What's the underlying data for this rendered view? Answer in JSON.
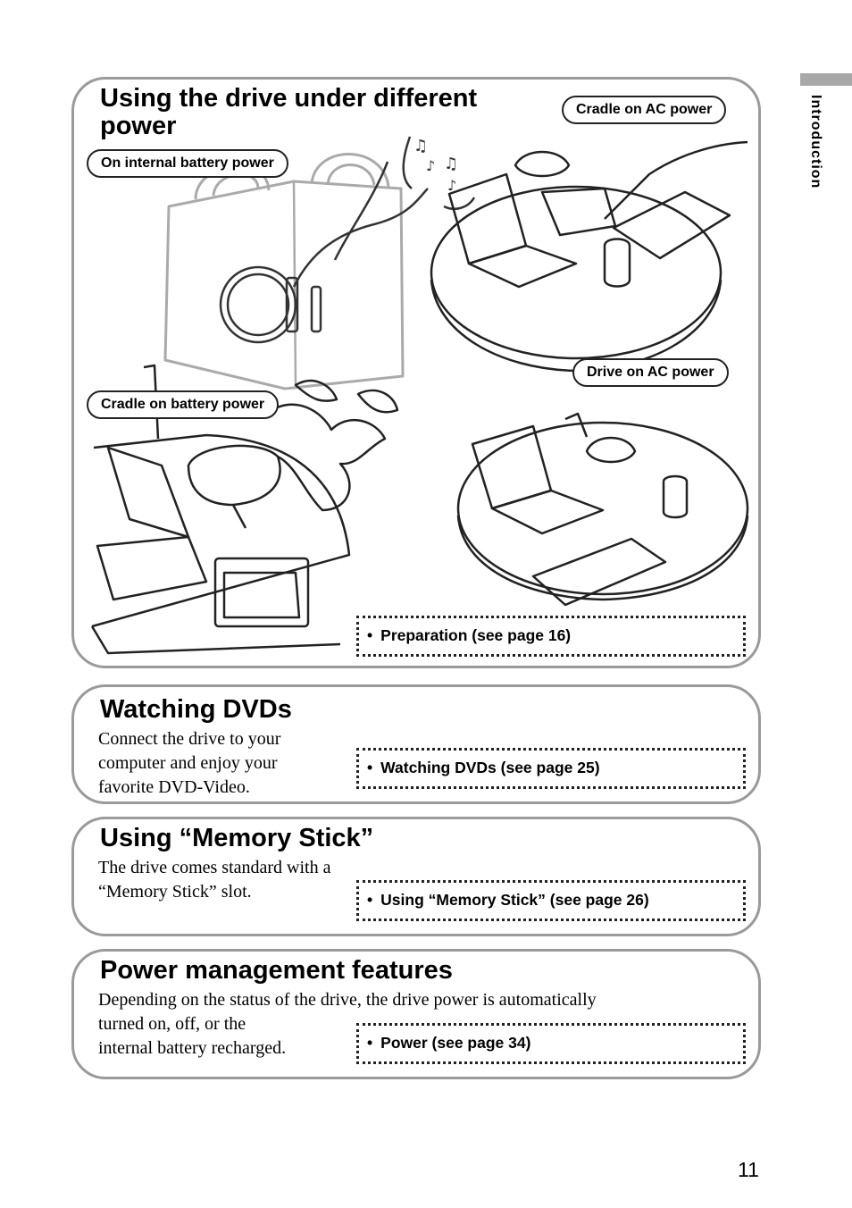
{
  "side_tab": {
    "label": "Introduction"
  },
  "power_section": {
    "title": "Using the drive under different power",
    "labels": {
      "internal_battery": "On internal battery power",
      "cradle_ac": "Cradle on AC power",
      "cradle_battery": "Cradle on battery power",
      "drive_ac": "Drive on AC power"
    },
    "reference": "Preparation (see page 16)"
  },
  "dvd_section": {
    "title": "Watching DVDs",
    "text_lines": [
      "Connect the drive to your",
      "computer and enjoy your",
      "favorite DVD-Video."
    ],
    "reference": "Watching DVDs (see page 25)"
  },
  "memory_section": {
    "title": "Using “Memory Stick”",
    "text_lines": [
      "The drive comes standard with a",
      "“Memory Stick” slot."
    ],
    "reference": "Using “Memory Stick” (see page 26)"
  },
  "power_mgmt_section": {
    "title": "Power management features",
    "text_lines": [
      "Depending on the status of the drive, the drive power is automatically",
      "turned on, off, or the",
      "internal battery recharged."
    ],
    "reference": "Power (see page 34)"
  },
  "bullet": "•",
  "page_number": "11",
  "icons": [
    "bag-with-drive-illustration",
    "cradle-ac-table-illustration",
    "cradle-battery-desk-illustration",
    "drive-ac-table-illustration"
  ]
}
